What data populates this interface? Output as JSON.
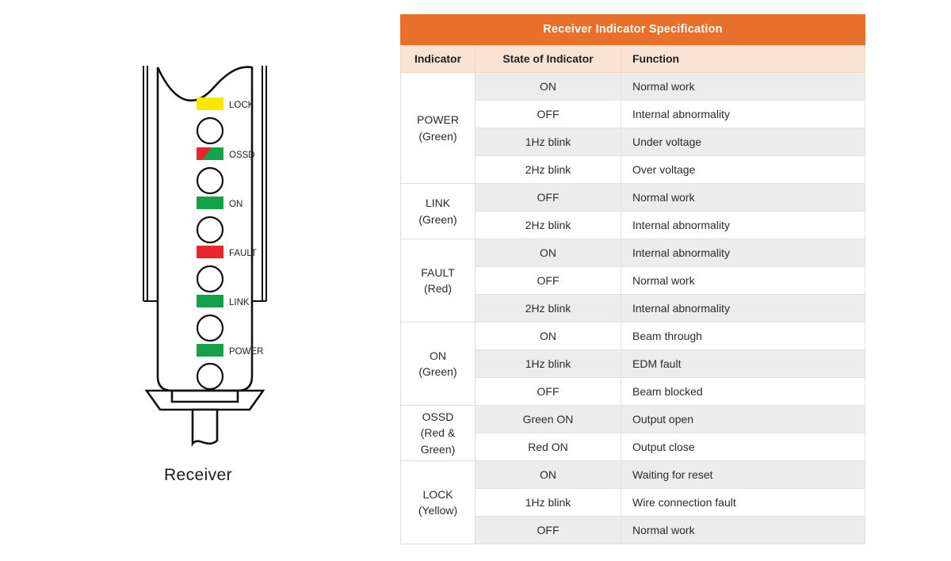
{
  "diagram": {
    "caption": "Receiver",
    "indicators": [
      {
        "label": "LOCK",
        "type": "solid",
        "color": "#FFE800"
      },
      {
        "label": "OSSD",
        "type": "split",
        "color": "#E8262C",
        "color2": "#13A24A"
      },
      {
        "label": "ON",
        "type": "solid",
        "color": "#13A24A"
      },
      {
        "label": "FAULT",
        "type": "solid",
        "color": "#E8262C"
      },
      {
        "label": "LINK",
        "type": "solid",
        "color": "#13A24A"
      },
      {
        "label": "POWER",
        "type": "solid",
        "color": "#13A24A"
      }
    ]
  },
  "table": {
    "title": "Receiver Indicator Specification",
    "columns": [
      "Indicator",
      "State of Indicator",
      "Function"
    ],
    "groups": [
      {
        "indicator": "POWER",
        "color": "(Green)",
        "rows": [
          {
            "state": "ON",
            "function": "Normal work"
          },
          {
            "state": "OFF",
            "function": "Internal abnormality"
          },
          {
            "state": "1Hz blink",
            "function": "Under voltage"
          },
          {
            "state": "2Hz blink",
            "function": "Over voltage"
          }
        ]
      },
      {
        "indicator": "LINK",
        "color": "(Green)",
        "rows": [
          {
            "state": "OFF",
            "function": "Normal work"
          },
          {
            "state": "2Hz blink",
            "function": "Internal abnormality"
          }
        ]
      },
      {
        "indicator": "FAULT",
        "color": "(Red)",
        "rows": [
          {
            "state": "ON",
            "function": "Internal abnormality"
          },
          {
            "state": "OFF",
            "function": "Normal work"
          },
          {
            "state": "2Hz blink",
            "function": "Internal abnormality"
          }
        ]
      },
      {
        "indicator": "ON",
        "color": "(Green)",
        "rows": [
          {
            "state": "ON",
            "function": "Beam through"
          },
          {
            "state": "1Hz blink",
            "function": "EDM fault"
          },
          {
            "state": "OFF",
            "function": "Beam blocked"
          }
        ]
      },
      {
        "indicator": "OSSD",
        "color": "(Red & Green)",
        "rows": [
          {
            "state": "Green ON",
            "function": "Output open"
          },
          {
            "state": "Red ON",
            "function": "Output close"
          }
        ]
      },
      {
        "indicator": "LOCK",
        "color": "(Yellow)",
        "rows": [
          {
            "state": "ON",
            "function": "Waiting for reset"
          },
          {
            "state": "1Hz blink",
            "function": "Wire connection fault"
          },
          {
            "state": "OFF",
            "function": "Normal work"
          }
        ]
      }
    ]
  },
  "colors": {
    "header_orange": "#E8702A",
    "subheader_peach": "#FBE3D4",
    "row_shade": "#ECECEC",
    "led_green": "#13A24A",
    "led_red": "#E8262C",
    "led_yellow": "#FFE800"
  }
}
